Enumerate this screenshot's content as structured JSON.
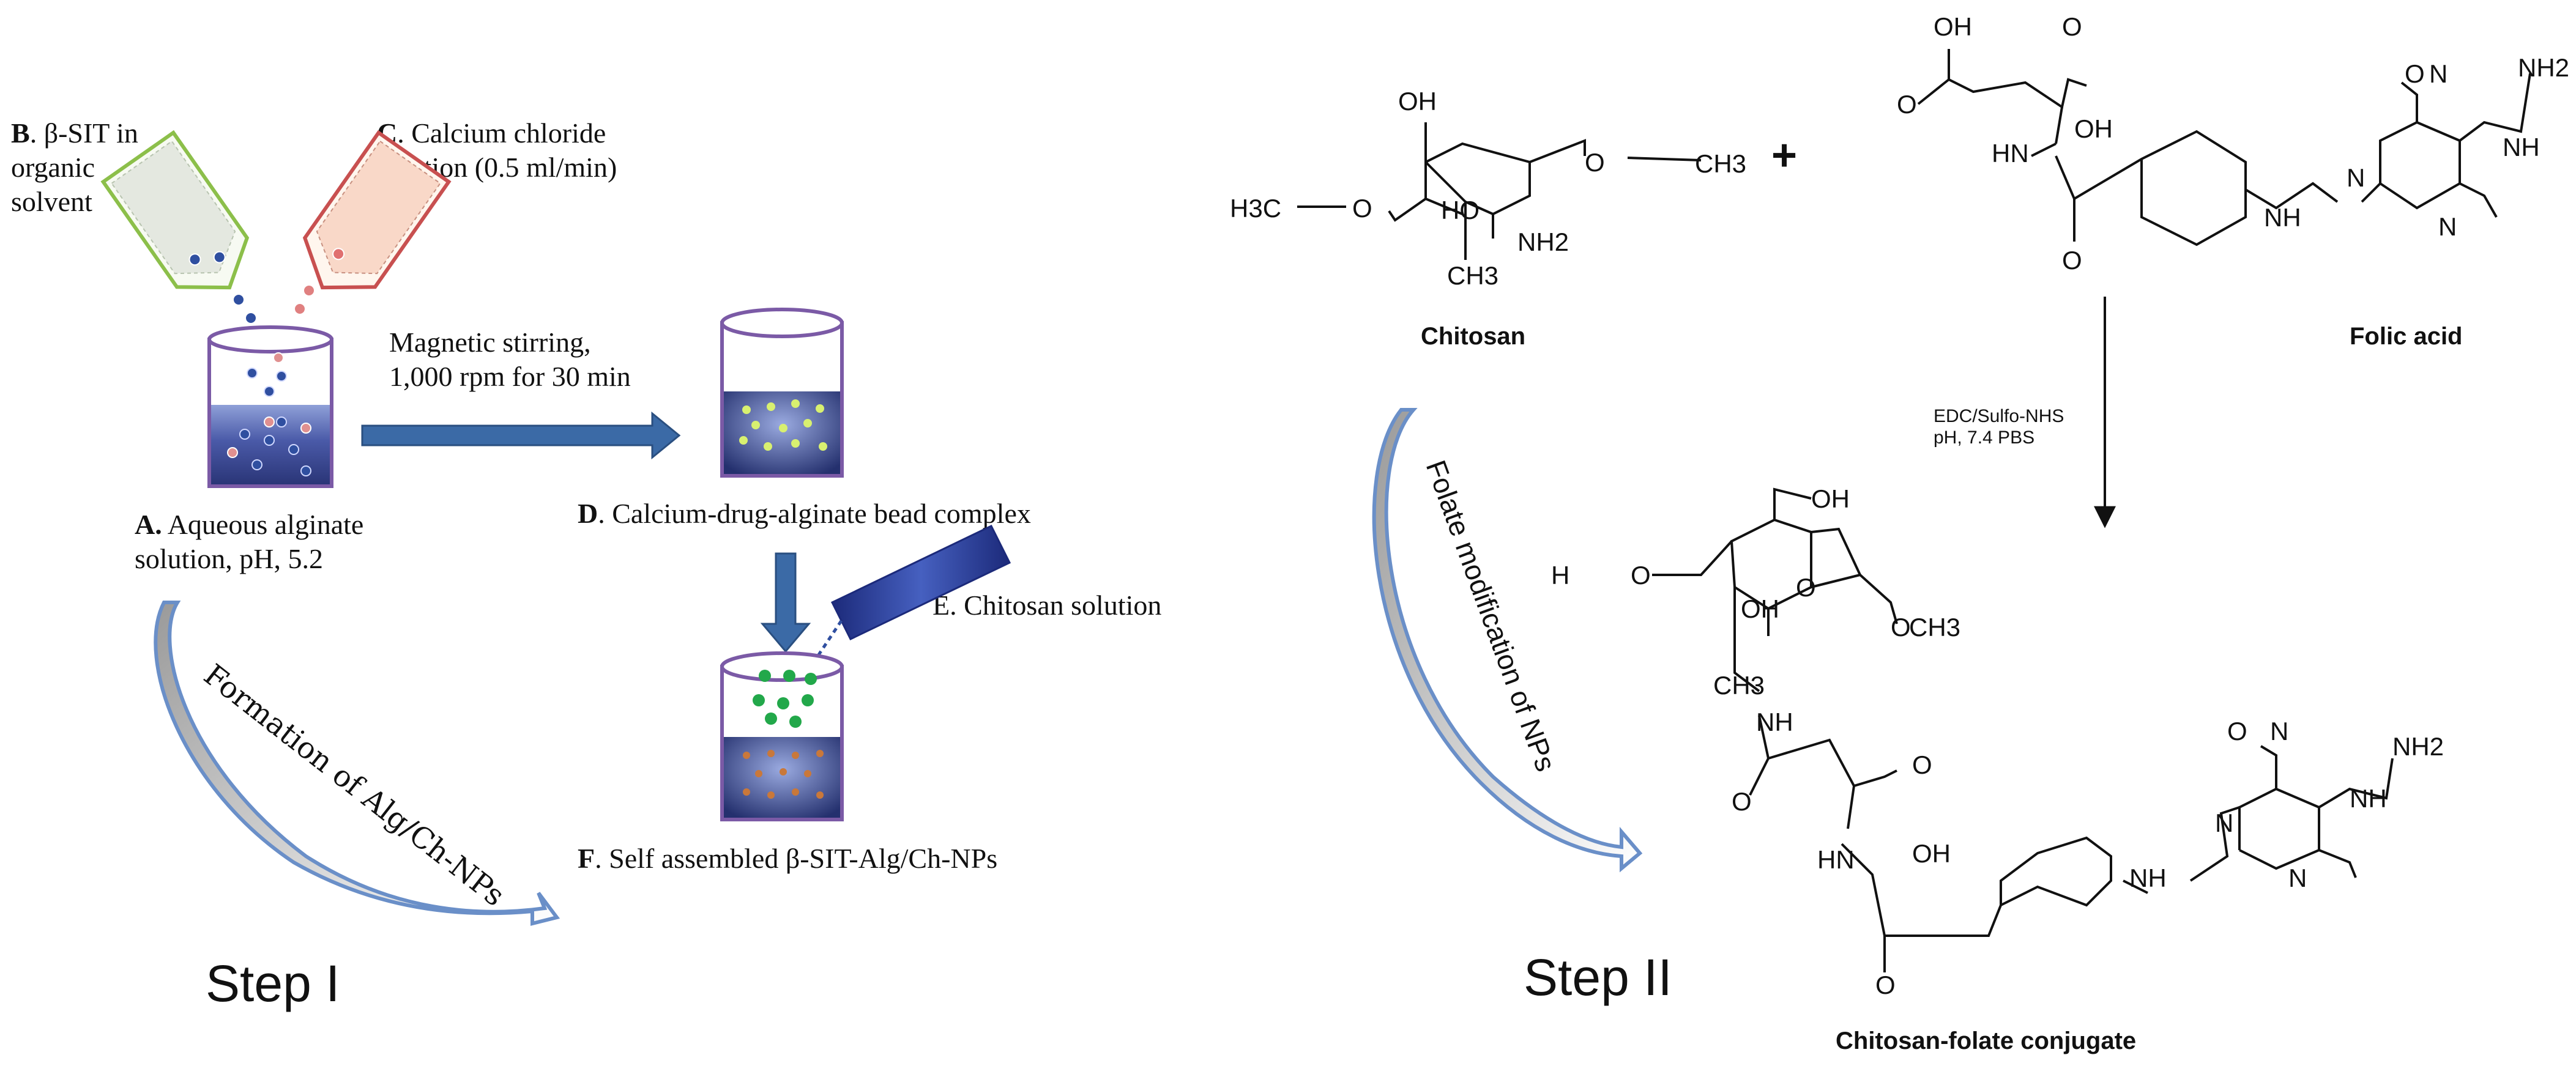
{
  "step1": {
    "title": "Step I",
    "label_b_letter": "B",
    "label_b_line1": ". β-SIT in",
    "label_b_line2": "organic",
    "label_b_line3": "solvent",
    "label_c_letter": "C",
    "label_c_line1": ". Calcium chloride",
    "label_c_line2": "solution (0.5 ml/min)",
    "label_stir_line1": "Magnetic stirring,",
    "label_stir_line2": "1,000 rpm for 30 min",
    "label_a_letter": "A.",
    "label_a_line1": " Aqueous alginate",
    "label_a_line2": "solution, pH, 5.2",
    "label_d_letter": "D",
    "label_d_text": ". Calcium-drug-alginate bead complex",
    "label_e_text": "E. Chitosan solution",
    "label_f_letter": "F",
    "label_f_text": ". Self assembled β-SIT-Alg/Ch-NPs",
    "curve_text": "Formation of Alg/Ch-NPs"
  },
  "step2": {
    "title": "Step II",
    "chitosan_label": "Chitosan",
    "folic_label": "Folic acid",
    "conjugate_label": "Chitosan-folate conjugate",
    "reagent_line1": "EDC/Sulfo-NHS",
    "reagent_line2": "pH, 7.4 PBS",
    "plus": "+",
    "curve_text": "Folate modification of NPs"
  },
  "chem": {
    "OH": "OH",
    "O": "O",
    "HO": "HO",
    "NH2": "NH2",
    "NH": "NH",
    "HN": "HN",
    "N": "N",
    "CH3": "CH3",
    "H3C": "H3C",
    "H": "H"
  },
  "colors": {
    "beaker_outline": "#7b5aa6",
    "beaker_liquid_top": "#8fa0d8",
    "beaker_liquid_bottom": "#2a3577",
    "arrow_blue": "#3b6aa6",
    "tube_green": "#8cbf4a",
    "tube_red": "#c85050",
    "bead_green": "#22a84a"
  }
}
